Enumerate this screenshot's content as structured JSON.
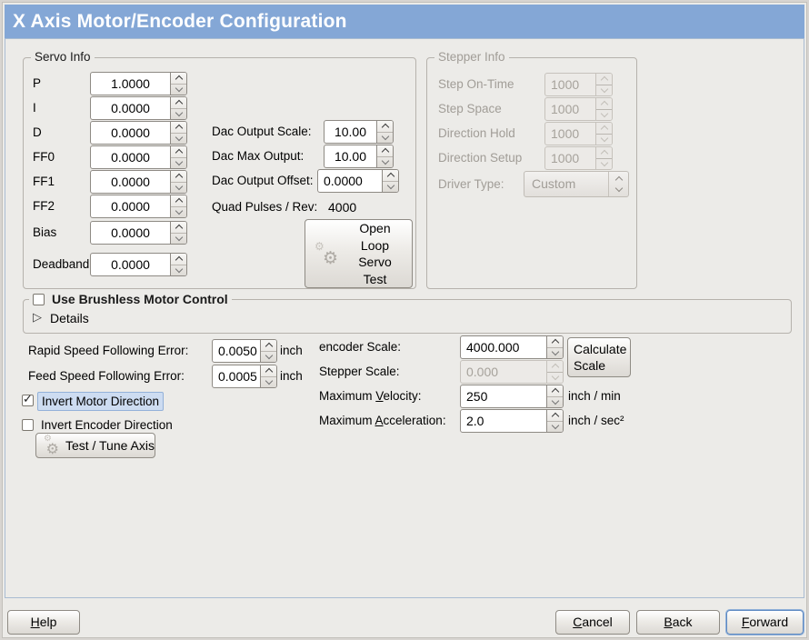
{
  "window": {
    "title": "X Axis Motor/Encoder Configuration"
  },
  "icons": {
    "gear": "⚙",
    "expander": "▷",
    "check": "✓"
  },
  "colors": {
    "titlebar": "#84a7d6",
    "focus_ring": "#5f8ac2",
    "focus_fill": "#cddcf1"
  },
  "servo": {
    "title": "Servo Info",
    "rows": [
      {
        "label": "P",
        "value": "1.0000"
      },
      {
        "label": "I",
        "value": "0.0000"
      },
      {
        "label": "D",
        "value": "0.0000"
      },
      {
        "label": "FF0",
        "value": "0.0000"
      },
      {
        "label": "FF1",
        "value": "0.0000"
      },
      {
        "label": "FF2",
        "value": "0.0000"
      },
      {
        "label": "Bias",
        "value": "0.0000"
      },
      {
        "label": "Deadband",
        "value": "0.0000"
      }
    ]
  },
  "dac": {
    "rows": [
      {
        "label": "Dac Output Scale:",
        "value": "10.00"
      },
      {
        "label": "Dac Max Output:",
        "value": "10.00"
      },
      {
        "label": "Dac Output Offset:",
        "value": "0.0000"
      }
    ],
    "quad_label": "Quad Pulses / Rev:",
    "quad_value": "4000",
    "open_loop_label": "Open Loop Servo Test"
  },
  "stepper": {
    "title": "Stepper Info",
    "rows": [
      {
        "label": "Step On-Time",
        "value": "1000"
      },
      {
        "label": "Step Space",
        "value": "1000"
      },
      {
        "label": "Direction Hold",
        "value": "1000"
      },
      {
        "label": "Direction Setup",
        "value": "1000"
      }
    ],
    "driver_label": "Driver Type:",
    "driver_value": "Custom"
  },
  "brushless": {
    "label": "Use Brushless Motor Control",
    "details": "Details"
  },
  "errors": {
    "rapid": {
      "label": "Rapid Speed Following Error:",
      "value": "0.0050",
      "unit": "inch"
    },
    "feed": {
      "label": "Feed Speed Following Error:",
      "value": "0.0005",
      "unit": "inch"
    }
  },
  "scale": {
    "encoder_label": "encoder Scale:",
    "encoder_value": "4000.000",
    "stepper_label": "Stepper Scale:",
    "stepper_value": "0.000",
    "velocity": {
      "pre": "Maximum ",
      "mn": "V",
      "post": "elocity:",
      "value": "250",
      "unit": "inch / min"
    },
    "accel": {
      "pre": "Maximum ",
      "mn": "A",
      "post": "cceleration:",
      "value": "2.0",
      "unit": "inch / sec²"
    },
    "calculate_label": "Calculate Scale"
  },
  "invert": {
    "motor": {
      "label": "Invert Motor Direction",
      "checked": true
    },
    "encoder": {
      "label": "Invert Encoder Direction",
      "checked": false
    }
  },
  "test_button": "Test / Tune Axis",
  "footer": {
    "help": {
      "mn": "H",
      "post": "elp"
    },
    "cancel": {
      "mn": "C",
      "post": "ancel"
    },
    "back": {
      "mn": "B",
      "post": "ack"
    },
    "forward": {
      "mn": "F",
      "post": "orward"
    }
  }
}
